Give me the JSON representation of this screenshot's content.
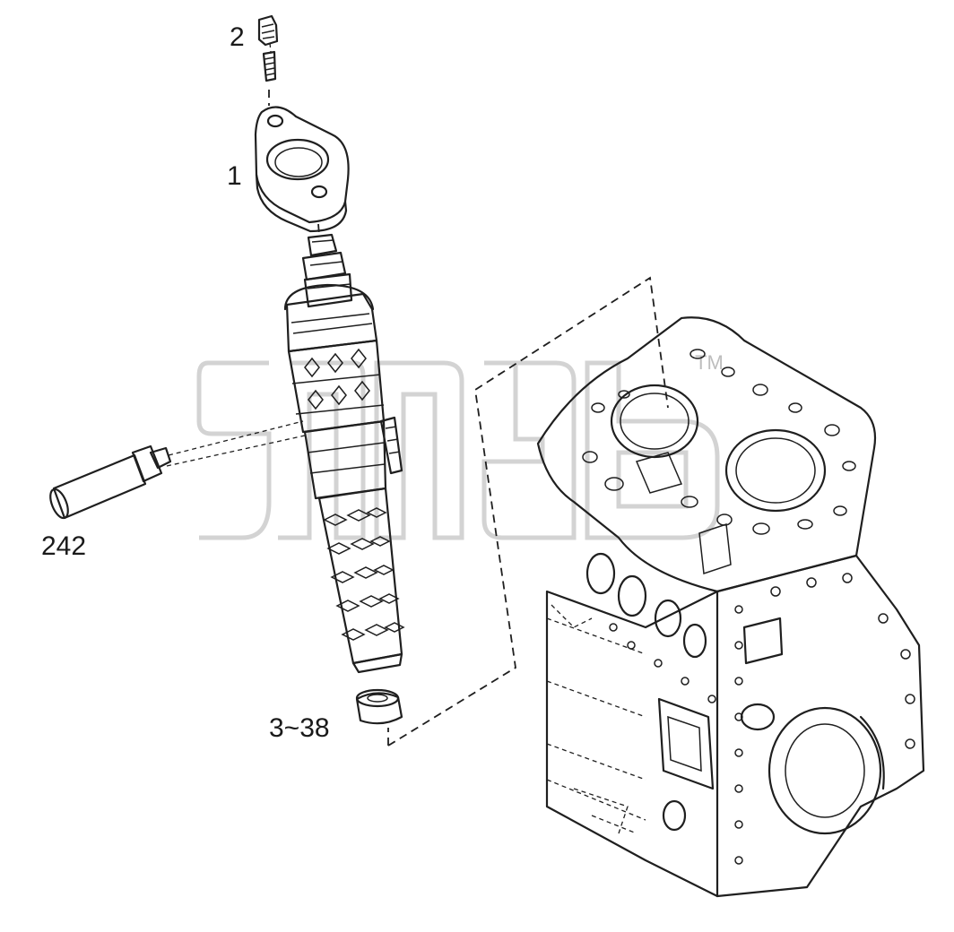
{
  "callouts": {
    "part_2": "2",
    "part_1": "1",
    "part_242": "242",
    "part_3_38": "3~38"
  },
  "watermark": {
    "mark": "TM"
  },
  "colors": {
    "line": "#1f1f1f",
    "background": "#ffffff",
    "watermark": "#c4c4c4"
  }
}
